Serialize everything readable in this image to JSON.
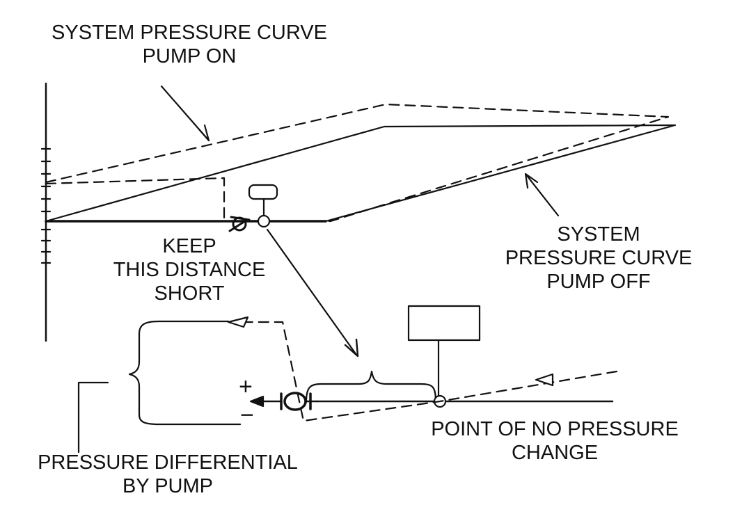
{
  "labels": {
    "pump_on": [
      "SYSTEM PRESSURE CURVE",
      "PUMP ON"
    ],
    "keep_distance": [
      "KEEP",
      "THIS DISTANCE",
      "SHORT"
    ],
    "pump_off": [
      "SYSTEM",
      "PRESSURE CURVE",
      "PUMP OFF"
    ],
    "no_pressure_change": [
      "POINT OF NO PRESSURE",
      "CHANGE"
    ],
    "pressure_differential": [
      "PRESSURE DIFFERENTIAL",
      "BY PUMP"
    ]
  },
  "signs": {
    "plus": "+",
    "minus": "−"
  },
  "colors": {
    "ink": "#111111",
    "background": "#ffffff"
  }
}
